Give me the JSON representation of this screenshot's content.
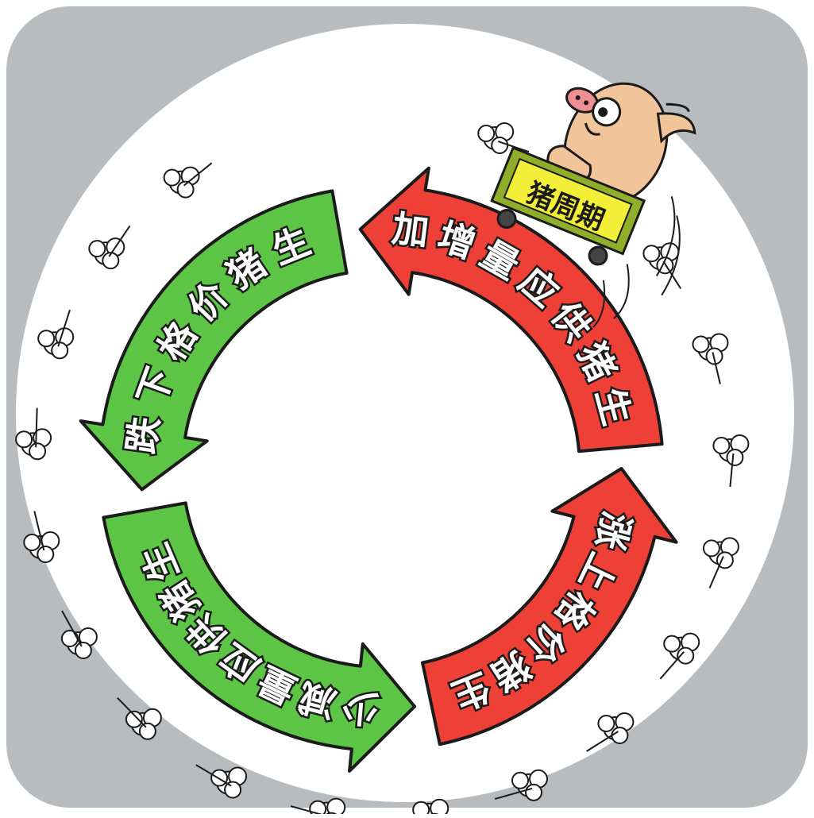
{
  "colors": {
    "frame": "#b9bcbe",
    "disc": "#ffffff",
    "green_arrow": "#5cc545",
    "red_arrow": "#ef4037",
    "outline": "#1b1b1b",
    "label_text": "#ffffff",
    "sign_bg": "#f3ee37",
    "sign_frame": "#8fae2a",
    "pig_skin": "#f1c49a",
    "pig_nose": "#f08f93",
    "dust": "#ffffff"
  },
  "cycle": {
    "labels": {
      "green_upper": "生猪价格下跌",
      "green_lower": "生猪供应量减少",
      "red_lower": "生猪价格上涨",
      "red_upper": "生猪供应量增加"
    }
  },
  "cart": {
    "sign_text": "猪周期",
    "icon": "pig-icon"
  },
  "icons": [
    "pig-icon",
    "cart-icon",
    "dust-cloud-icon",
    "speed-lines-icon"
  ]
}
